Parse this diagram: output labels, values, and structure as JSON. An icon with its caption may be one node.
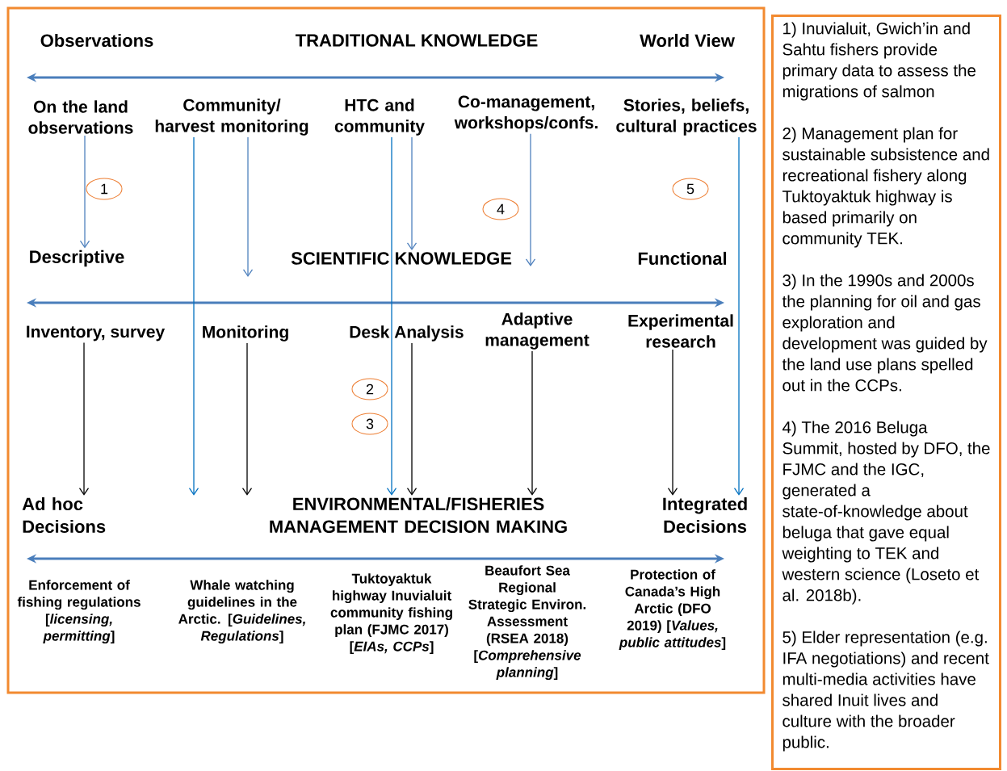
{
  "diagram": {
    "nodes": [
      {
        "text": [
          "On the land observations"
        ]
      },
      {
        "text": [
          "Community/ harvest monitoring"
        ]
      },
      {
        "text": [
          "HTC and community"
        ]
      },
      {
        "text": [
          "Co-management, workshops/confs."
        ]
      },
      {
        "text": [
          "Stories, beliefs, cultural practices"
        ]
      },
      {
        "text": [
          "1"
        ]
      },
      {
        "text": [
          "5"
        ]
      },
      {
        "text": [
          "4"
        ]
      },
      {
        "text": [
          "Descriptive"
        ]
      },
      {
        "text": [
          "SCIENTIFIC KNOWLEDGE"
        ]
      },
      {
        "text": [
          "Inventory, survey"
        ]
      },
      {
        "text": [
          "Monitoring"
        ]
      },
      {
        "text": [
          "Desk Analysis"
        ]
      },
      {
        "text": [
          "Adaptive management"
        ]
      },
      {
        "text": [
          "Experimental research"
        ]
      },
      {
        "text": [
          "2"
        ]
      },
      {
        "text": [
          "3"
        ]
      },
      {
        "text": [
          "Ad hoc Decisions"
        ]
      },
      {
        "text": [
          "ENVIRONMENTAL/FISHERIES MANAGEMENT DECISION MAKING"
        ]
      },
      {
        "text": [
          "Integrated Decisions"
        ]
      },
      {
        "text": [
          "1) Inuvialuit, Gwich’in and Sahtu fishers provide primary data to assess the migrations of salmon",
          "2) Management plan for sustainable subsistence and recreational fishery along Tuktoyaktuk highway is based primarily on community TEK.",
          "3) In the 1990s and 2000s the planning for oil and gas exploration and development was guided by the land use plans spelled out in the CCPs.",
          "4) The 2016 Beluga Summit, hosted by DFO, the FJMC and the IGC, generated a state-of-knowledge about beluga that gave equal weighting to TEK and western science (Loseto et al. 2018b).",
          "5) Elder representation (e.g. IFA negotiations) and recent multi-media activities have shared Inuit lives and culture with the broader public."
        ]
      }
    ],
    "edges": [
      {
        "from": 0,
        "to": 8,
        "arrow": "to",
        "color": "#4f81bd"
      },
      {
        "from": 1,
        "to": 18,
        "arrow": "to",
        "color": "#0070c0"
      },
      {
        "from": 1,
        "to": null,
        "arrow": "to",
        "color": "#4f81bd"
      },
      {
        "from": 2,
        "to": 18,
        "arrow": "to",
        "color": "#0070c0"
      },
      {
        "from": 2,
        "to": 9,
        "arrow": "to",
        "color": "#4f81bd"
      },
      {
        "from": 3,
        "to": 9,
        "arrow": "to",
        "color": "#4f81bd"
      },
      {
        "from": 4,
        "to": 19,
        "arrow": "to",
        "color": "#0070c0"
      },
      {
        "from": 10,
        "to": 17,
        "arrow": "to",
        "color": "#000000"
      },
      {
        "from": 11,
        "to": 18,
        "arrow": "to",
        "color": "#000000"
      },
      {
        "from": 12,
        "to": 18,
        "arrow": "to",
        "color": "#000000"
      },
      {
        "from": 13,
        "to": 18,
        "arrow": "to",
        "color": "#000000"
      },
      {
        "from": 14,
        "to": 19,
        "arrow": "to",
        "color": "#000000"
      }
    ],
    "labels": [
      "Observations",
      "TRADITIONAL KNOWLEDGE",
      "World View",
      "Functional",
      "Enforcement of fishing regulations [*licensing, permitting*]",
      "Whale watching guidelines in the Arctic. [*Guidelines, Regulations*]",
      "Tuktoyaktuk highway Inuvialuit community fishing plan (FJMC 2017) [*EIAs, CCPs*]",
      "Beaufort Sea Regional Strategic Environ. Assessment (RSEA 2018) [*Comprehensive planning*]",
      "Protection of Canada’s High Arctic (DFO 2019) [*Values, public attitudes*]"
    ]
  }
}
